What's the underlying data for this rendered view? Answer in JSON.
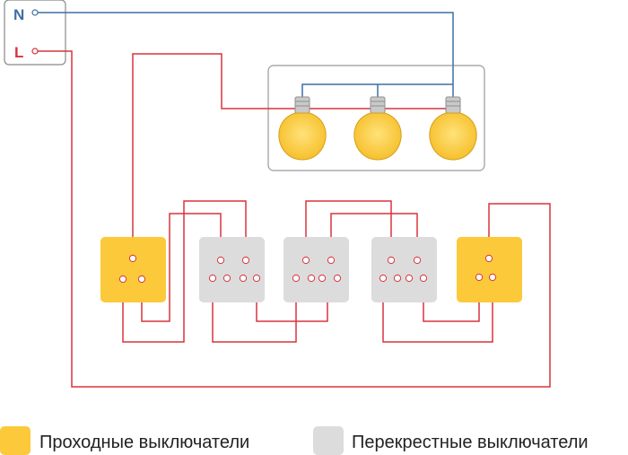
{
  "terminals": {
    "neutral": "N",
    "line": "L"
  },
  "legend": [
    {
      "label": "Проходные выключатели",
      "color": "#fbc93a"
    },
    {
      "label": "Перекрестные выключатели",
      "color": "#dcdcdc"
    }
  ],
  "colors": {
    "neutral_wire": "#3f6fa6",
    "line_wire": "#d8333d",
    "passthrough_switch": "#fbc93a",
    "cross_switch": "#dcdcdc",
    "bulb": "#fbc93a",
    "panel_border": "#999999"
  },
  "bulbs": 3
}
